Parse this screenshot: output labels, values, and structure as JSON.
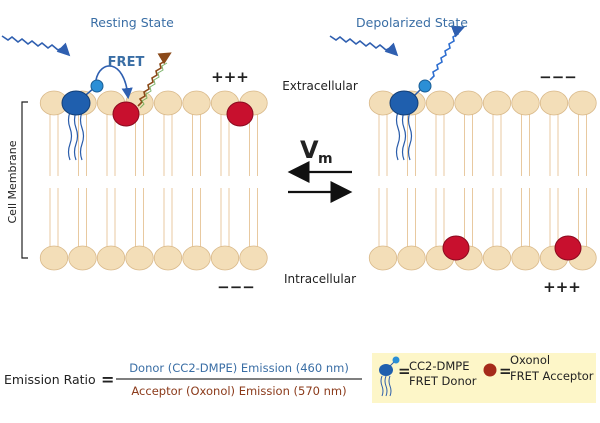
{
  "panels": {
    "resting_title": "Resting State",
    "depolarized_title": "Depolarized State",
    "fret_label": "FRET"
  },
  "labels": {
    "extracellular": "Extracellular",
    "intracellular": "Intracellular",
    "cell_membrane": "Cell Membrane",
    "vm_main": "V",
    "vm_sub": "m"
  },
  "charges": {
    "resting_outside": "+++",
    "resting_inside": "−−−",
    "depolarized_outside": "−−−",
    "depolarized_inside": "+++"
  },
  "equation": {
    "lhs": "Emission Ratio",
    "equals": "=",
    "numerator": "Donor (CC2-DMPE) Emission (460 nm)",
    "denominator": "Acceptor (Oxonol) Emission (570 nm)"
  },
  "legend": {
    "donor_eq": "=",
    "donor_line1": "CC2-DMPE",
    "donor_line2": "FRET Donor",
    "acceptor_eq": "=",
    "acceptor_line1": "Oxonol",
    "acceptor_line2": "FRET Acceptor"
  },
  "colors": {
    "lipid_head": "#f3deb8",
    "lipid_edge": "#d9b98a",
    "tail": "#e8c9a0",
    "donor": "#1f5fae",
    "acceptor": "#c8102e",
    "text_blue": "#3a6ea5",
    "legend_bg": "#fdf6c8",
    "arrow_dark": "#111111"
  }
}
